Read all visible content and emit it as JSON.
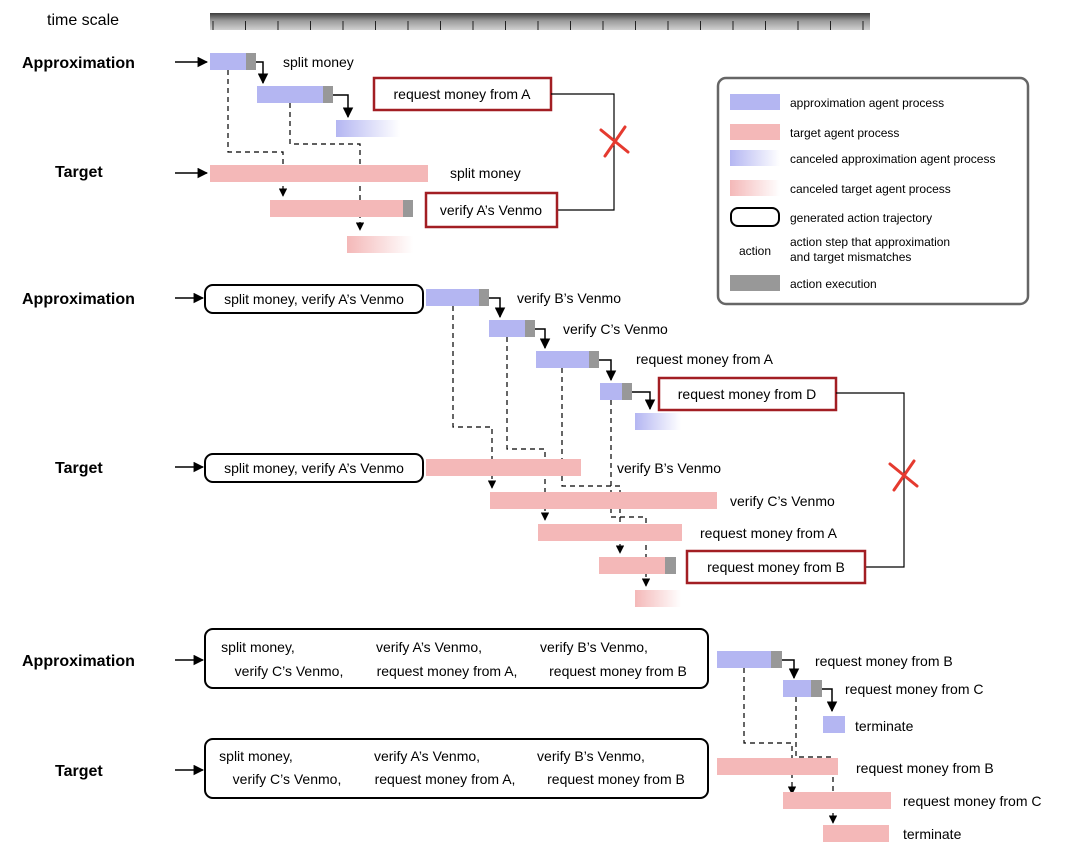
{
  "time_scale_label": "time scale",
  "colors": {
    "approx": "#b4b6f2",
    "target": "#f4b8b8",
    "exec": "#989898",
    "mismatch": "#a21e23",
    "cancel_mark": "#e53a2f"
  },
  "legend": {
    "approx": "approximation agent process",
    "target": "target agent process",
    "cancel_approx": "canceled approximation agent process",
    "cancel_target": "canceled target agent process",
    "trajectory": "generated action trajectory",
    "action_word": "action",
    "mismatch_line1": "action step that approximation",
    "mismatch_line2": "and target mismatches",
    "exec": "action execution"
  },
  "panel1": {
    "approx_label": "Approximation",
    "target_label": "Target",
    "a_step1": "split money",
    "a_mismatch": "request money from A",
    "t_step1": "split money",
    "t_mismatch": "verify A’s Venmo"
  },
  "panel2": {
    "approx_label": "Approximation",
    "target_label": "Target",
    "approx_traj": "split money, verify A’s Venmo",
    "target_traj": "split money, verify A’s Venmo",
    "a1": "verify B’s Venmo",
    "a2": "verify C’s Venmo",
    "a3": "request money from A",
    "a_mismatch": "request money from D",
    "t1": "verify B’s Venmo",
    "t2": "verify C’s Venmo",
    "t3": "request money from A",
    "t_mismatch": "request money from B"
  },
  "panel3": {
    "approx_label": "Approximation",
    "target_label": "Target",
    "approx_traj": [
      "split money,",
      "verify A’s Venmo,",
      "verify B’s Venmo,",
      "verify C’s Venmo,",
      "request money from A,",
      "request money from B"
    ],
    "target_traj": [
      "split money,",
      "verify A’s Venmo,",
      "verify B’s Venmo,",
      "verify C’s Venmo,",
      "request money from A,",
      "request money from B"
    ],
    "a1": "request money from B",
    "a2": "request money from C",
    "a3": "terminate",
    "t1": "request money from B",
    "t2": "request money from C",
    "t3": "terminate"
  }
}
